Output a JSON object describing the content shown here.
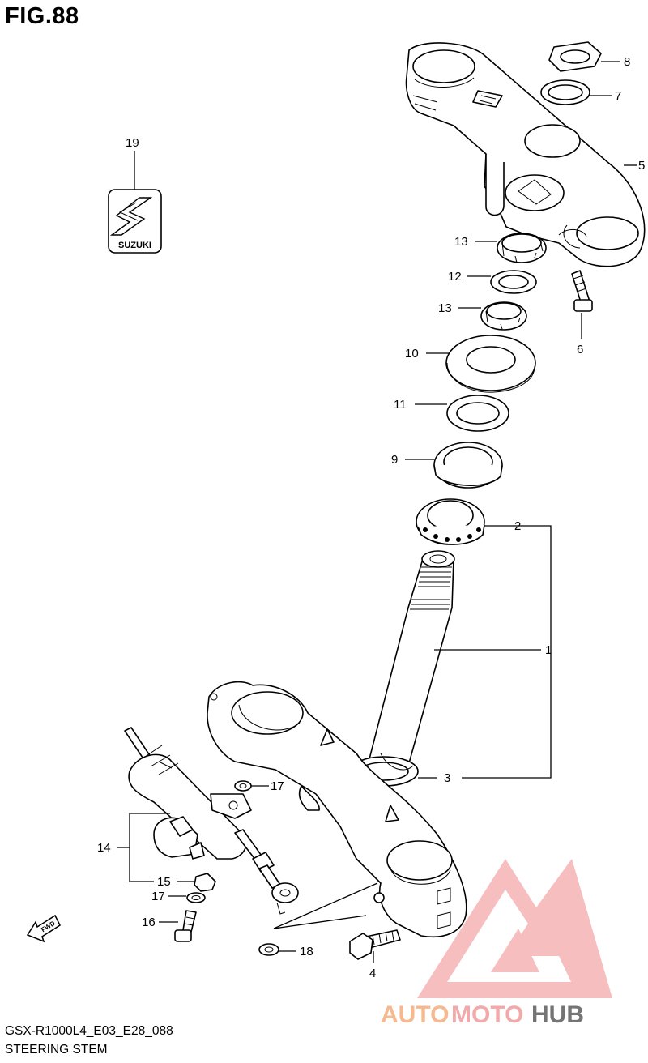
{
  "figure": {
    "title": "FIG.88",
    "code": "GSX-R1000L4_E03_E28_088",
    "caption": "STEERING STEM"
  },
  "emblem": {
    "text": "SUZUKI"
  },
  "fwd_arrow": {
    "text": "FWD"
  },
  "watermark": {
    "brand": "AUTOMOTOHUB",
    "colors": {
      "auto": "#f4b183",
      "moto": "#f0a0a0",
      "hub": "#555555",
      "triangle": "#f08080"
    }
  },
  "callouts": [
    "1",
    "2",
    "3",
    "4",
    "5",
    "6",
    "7",
    "8",
    "9",
    "10",
    "11",
    "12",
    "13",
    "13",
    "14",
    "15",
    "16",
    "17",
    "17",
    "18",
    "19"
  ]
}
